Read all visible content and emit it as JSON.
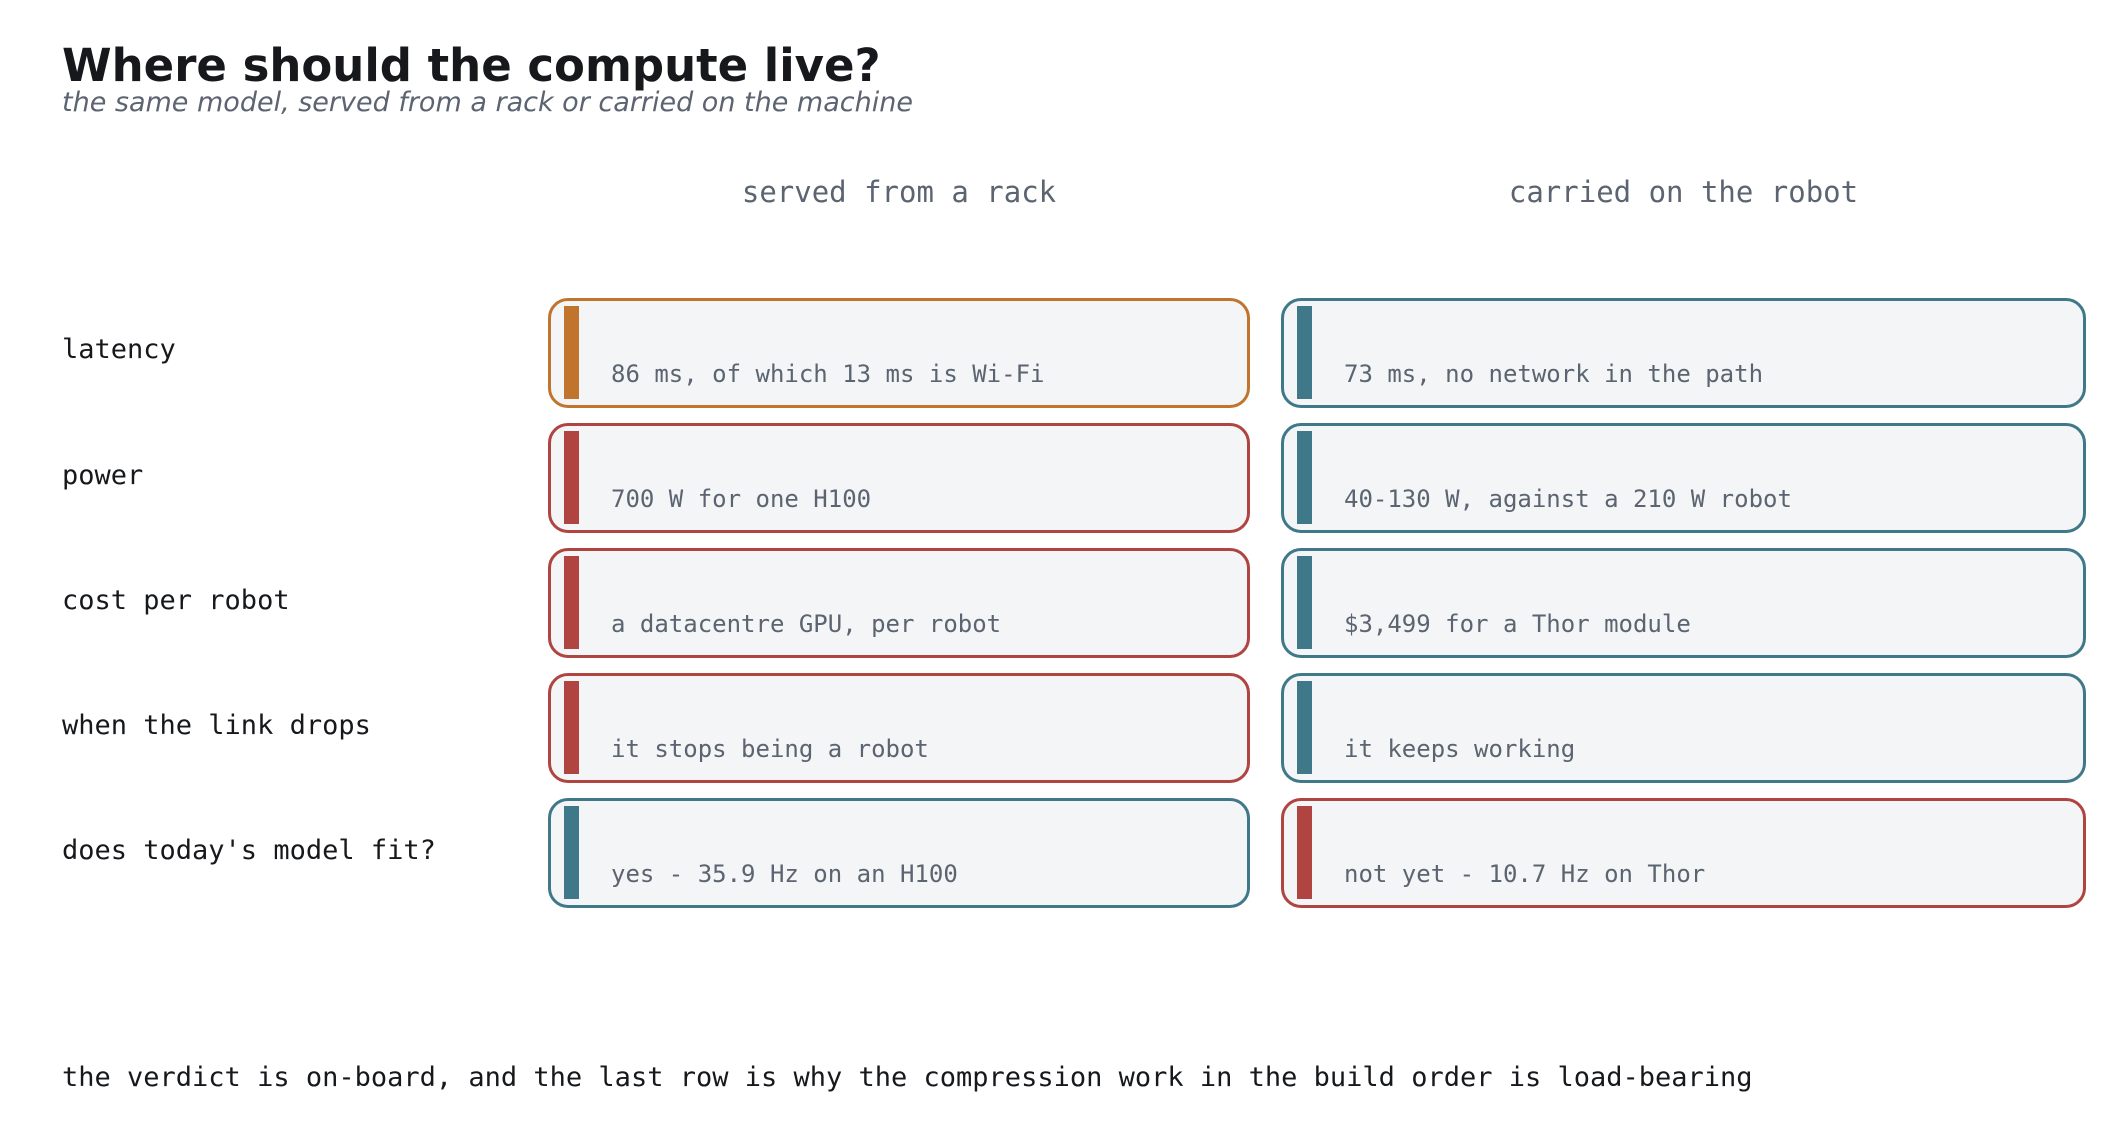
{
  "header": {
    "title": "Where should the compute live?",
    "subtitle": "the same model, served from a rack or carried on the machine"
  },
  "columns": [
    "served from a rack",
    "carried on the robot"
  ],
  "rows": [
    {
      "label": "latency",
      "rack": {
        "text": "86 ms, of which 13 ms is Wi-Fi",
        "color": "#c0742e"
      },
      "robot": {
        "text": "73 ms, no network in the path",
        "color": "#3f7888"
      }
    },
    {
      "label": "power",
      "rack": {
        "text": "700 W for one H100",
        "color": "#b04440"
      },
      "robot": {
        "text": "40-130 W, against a 210 W robot",
        "color": "#3f7888"
      }
    },
    {
      "label": "cost per robot",
      "rack": {
        "text": "a datacentre GPU, per robot",
        "color": "#b04440"
      },
      "robot": {
        "text": "$3,499 for a Thor module",
        "color": "#3f7888"
      }
    },
    {
      "label": "when the link drops",
      "rack": {
        "text": "it stops being a robot",
        "color": "#b04440"
      },
      "robot": {
        "text": "it keeps working",
        "color": "#3f7888"
      }
    },
    {
      "label": "does today's model fit?",
      "rack": {
        "text": "yes - 35.9 Hz on an H100",
        "color": "#3f7888"
      },
      "robot": {
        "text": "not yet - 10.7 Hz on Thor",
        "color": "#b04440"
      }
    }
  ],
  "footer": "the verdict is on-board, and the last row is why the compression work in the build order is load-bearing"
}
